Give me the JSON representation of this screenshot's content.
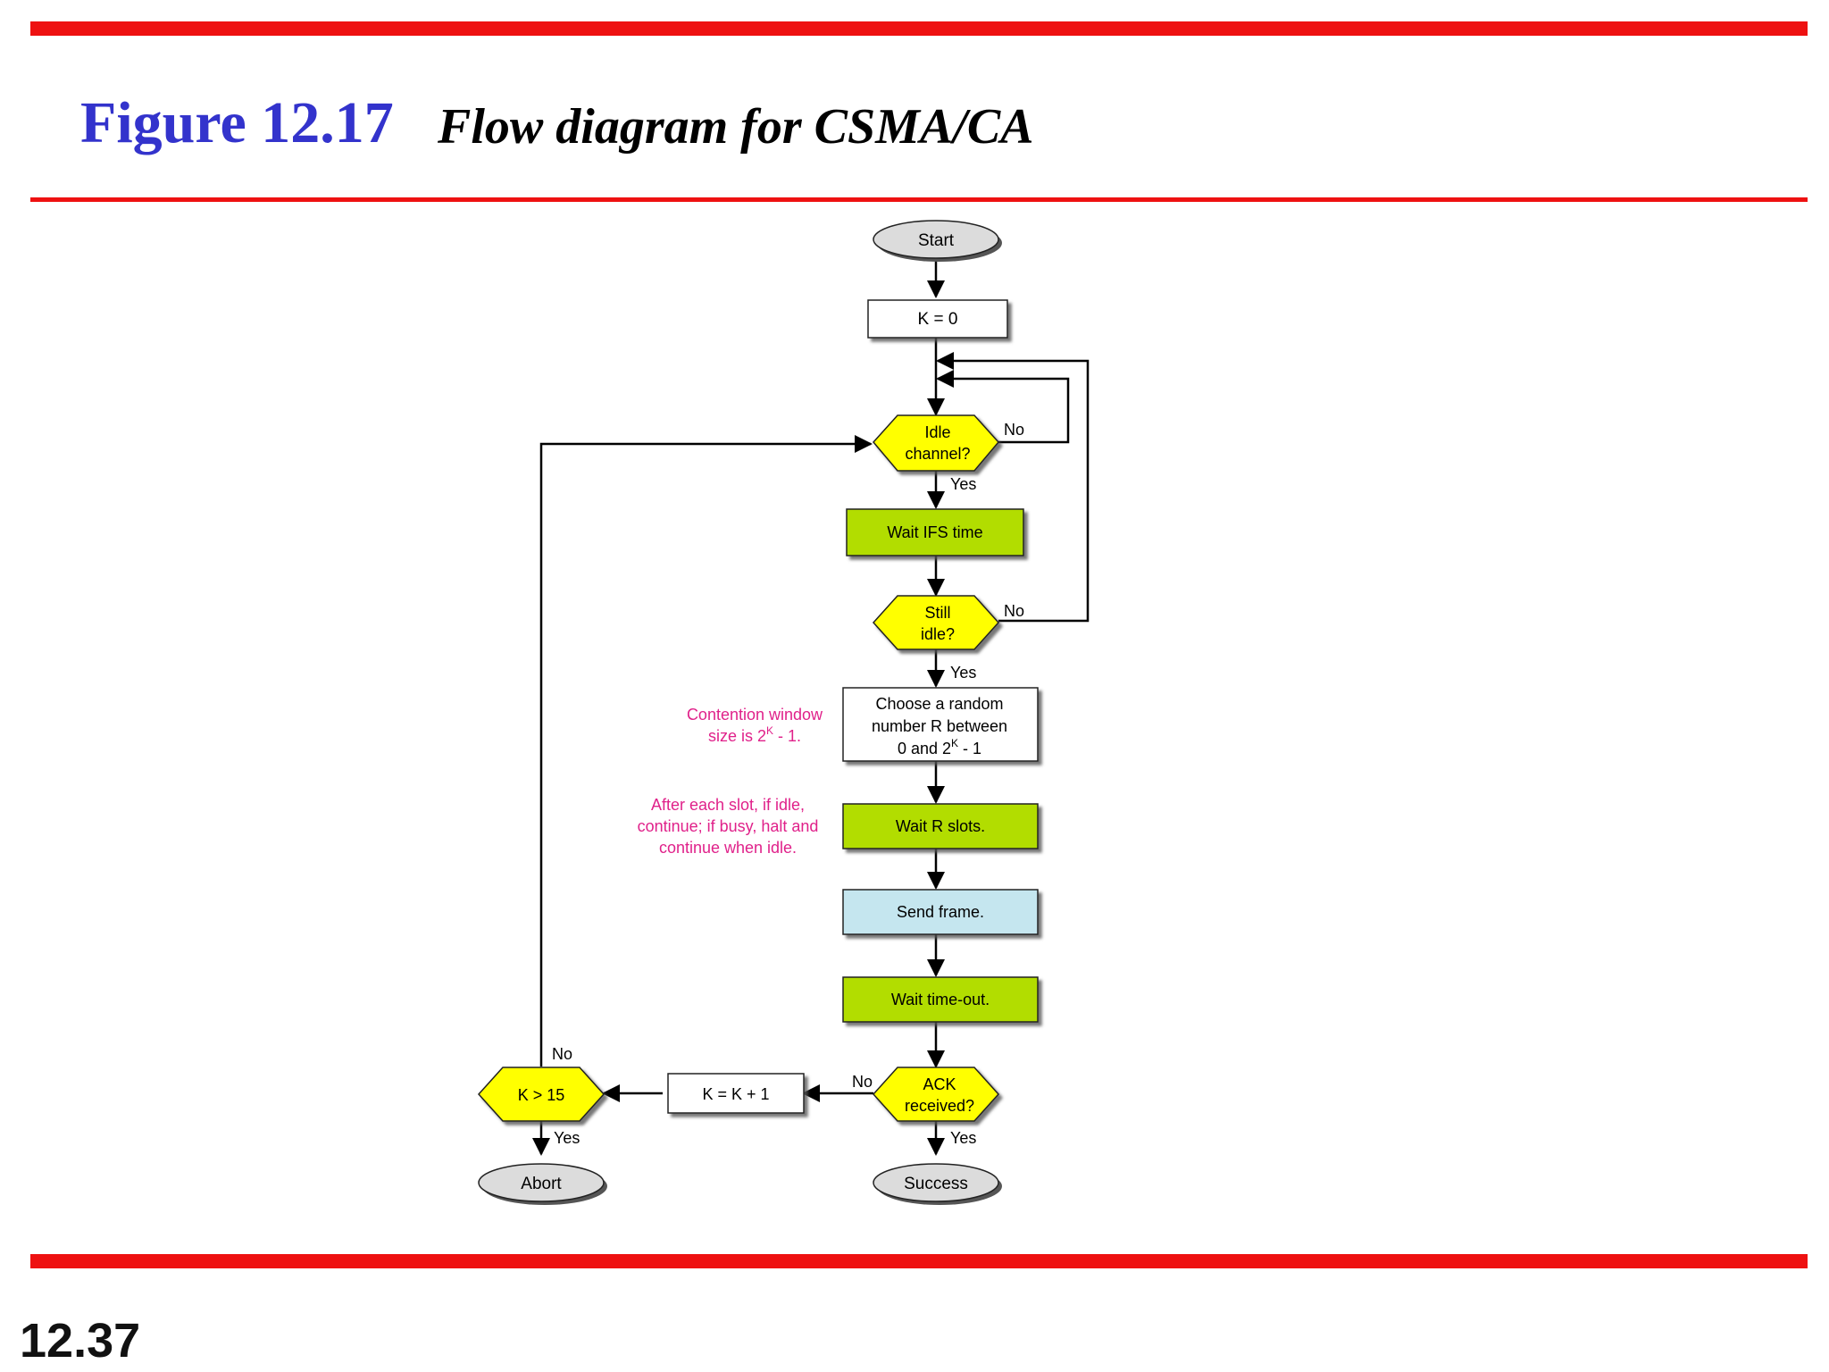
{
  "header": {
    "figure_number": "Figure 12.17",
    "figure_title": "Flow diagram for CSMA/CA"
  },
  "footer": {
    "slide_number": "12.37"
  },
  "colors": {
    "rule": "#ee1111",
    "figure_number": "#3333cc",
    "decision_fill": "#ffff00",
    "action_fill": "#b2dd00",
    "send_fill": "#c5e6ef",
    "terminal_fill": "#dcdcdc",
    "annotation": "#e0218a"
  },
  "diagram": {
    "start": "Start",
    "init": "K = 0",
    "idle_channel": [
      "Idle",
      "channel?"
    ],
    "wait_ifs": "Wait IFS time",
    "still_idle": [
      "Still",
      "idle?"
    ],
    "choose_random": [
      "Choose a random",
      "number R between",
      "0 and 2",
      "K",
      " - 1"
    ],
    "wait_r": "Wait R slots.",
    "send_frame": "Send frame.",
    "wait_timeout": "Wait time-out.",
    "ack_received": [
      "ACK",
      "received?"
    ],
    "increment": "K = K + 1",
    "k_limit": "K > 15",
    "abort": "Abort",
    "success": "Success",
    "labels": {
      "yes": "Yes",
      "no": "No"
    },
    "annotations": {
      "contention_window": [
        "Contention window",
        "size is 2",
        "K",
        " - 1."
      ],
      "after_each_slot": [
        "After each slot, if idle,",
        "continue; if busy, halt and",
        "continue when idle."
      ]
    }
  }
}
